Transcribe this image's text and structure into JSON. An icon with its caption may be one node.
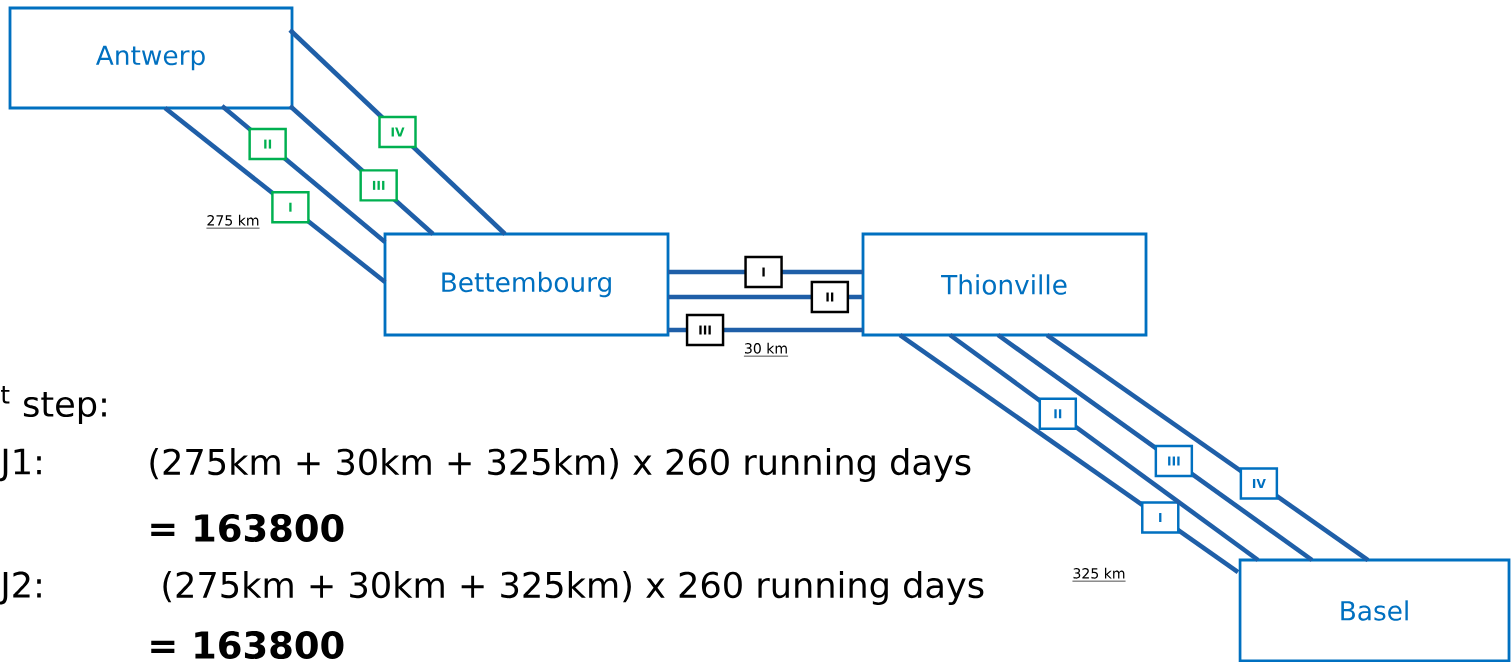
{
  "diagram": {
    "nodes": [
      {
        "text": [
          "Antwerp"
        ]
      },
      {
        "text": [
          "Bettembourg"
        ]
      },
      {
        "text": [
          "Thionville"
        ]
      },
      {
        "text": [
          "Basel"
        ]
      }
    ],
    "edges": [
      {
        "from": 0,
        "to": 1,
        "arrow": "none",
        "label": "I"
      },
      {
        "from": 0,
        "to": 1,
        "arrow": "none",
        "label": "II"
      },
      {
        "from": 0,
        "to": 1,
        "arrow": "none",
        "label": "III"
      },
      {
        "from": 0,
        "to": 1,
        "arrow": "none",
        "label": "IV"
      },
      {
        "from": 1,
        "to": 2,
        "arrow": "none",
        "label": "I"
      },
      {
        "from": 1,
        "to": 2,
        "arrow": "none",
        "label": "II"
      },
      {
        "from": 1,
        "to": 2,
        "arrow": "none",
        "label": "III"
      },
      {
        "from": 2,
        "to": 3,
        "arrow": "none",
        "label": "I"
      },
      {
        "from": 2,
        "to": 3,
        "arrow": "none",
        "label": "II"
      },
      {
        "from": 2,
        "to": 3,
        "arrow": "none",
        "label": "III"
      },
      {
        "from": 2,
        "to": 3,
        "arrow": "none",
        "label": "IV"
      }
    ],
    "labels": [
      "275 km",
      "30 km",
      "$^{t}$ step:",
      "J1:",
      "(275km + 30km + 325km) x 260 running days",
      "= 163800",
      "J2:",
      "(275km + 30km + 325km) x 260 running days",
      "325 km",
      "= 163800"
    ]
  }
}
